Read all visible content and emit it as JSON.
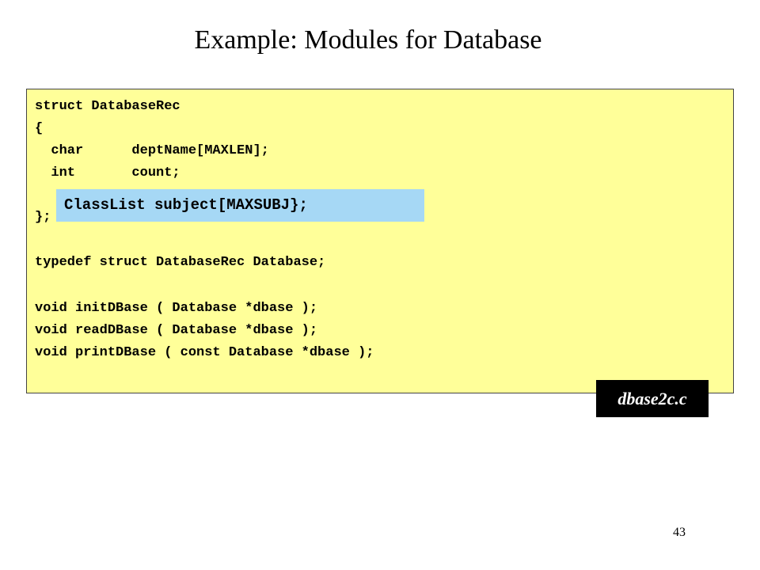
{
  "slide": {
    "title": "Example: Modules for Database",
    "page_number": "43"
  },
  "code": {
    "lines": [
      "struct DatabaseRec",
      "{",
      "  char      deptName[MAXLEN];",
      "  int       count;",
      "",
      "};",
      "",
      "typedef struct DatabaseRec Database;",
      "",
      "void initDBase ( Database *dbase );",
      "void readDBase ( Database *dbase );",
      "void printDBase ( const Database *dbase );"
    ]
  },
  "highlight": {
    "text": "ClassList subject[MAXSUBJ};"
  },
  "file_tag": {
    "label": "dbase2c.c"
  },
  "colors": {
    "code_background": "#ffff99",
    "highlight_background": "#a6d8f5",
    "tag_background": "#000000"
  }
}
